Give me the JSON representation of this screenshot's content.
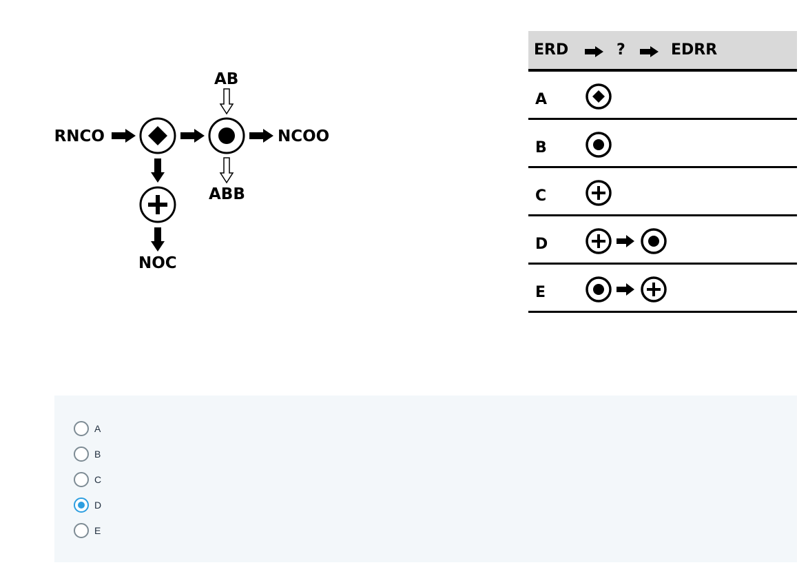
{
  "diagram": {
    "input_left": "RNCO",
    "output_right": "NCOO",
    "input_top": "AB",
    "output_bottom_right": "ABB",
    "output_bottom_left": "NOC",
    "nodes": [
      "diamond-symbol",
      "dot-symbol",
      "plus-symbol"
    ]
  },
  "table": {
    "header": {
      "from": "ERD",
      "unknown": "?",
      "to": "EDRR"
    },
    "rows": [
      {
        "label": "A",
        "symbols": [
          "diamond"
        ]
      },
      {
        "label": "B",
        "symbols": [
          "dot"
        ]
      },
      {
        "label": "C",
        "symbols": [
          "plus"
        ]
      },
      {
        "label": "D",
        "symbols": [
          "plus",
          "dot"
        ]
      },
      {
        "label": "E",
        "symbols": [
          "dot",
          "plus"
        ]
      }
    ]
  },
  "answers": {
    "options": [
      "A",
      "B",
      "C",
      "D",
      "E"
    ],
    "selected": "D"
  },
  "colors": {
    "selected": "#2d9ee0",
    "panel": "#f3f7fa",
    "header": "#d9d9d9"
  }
}
